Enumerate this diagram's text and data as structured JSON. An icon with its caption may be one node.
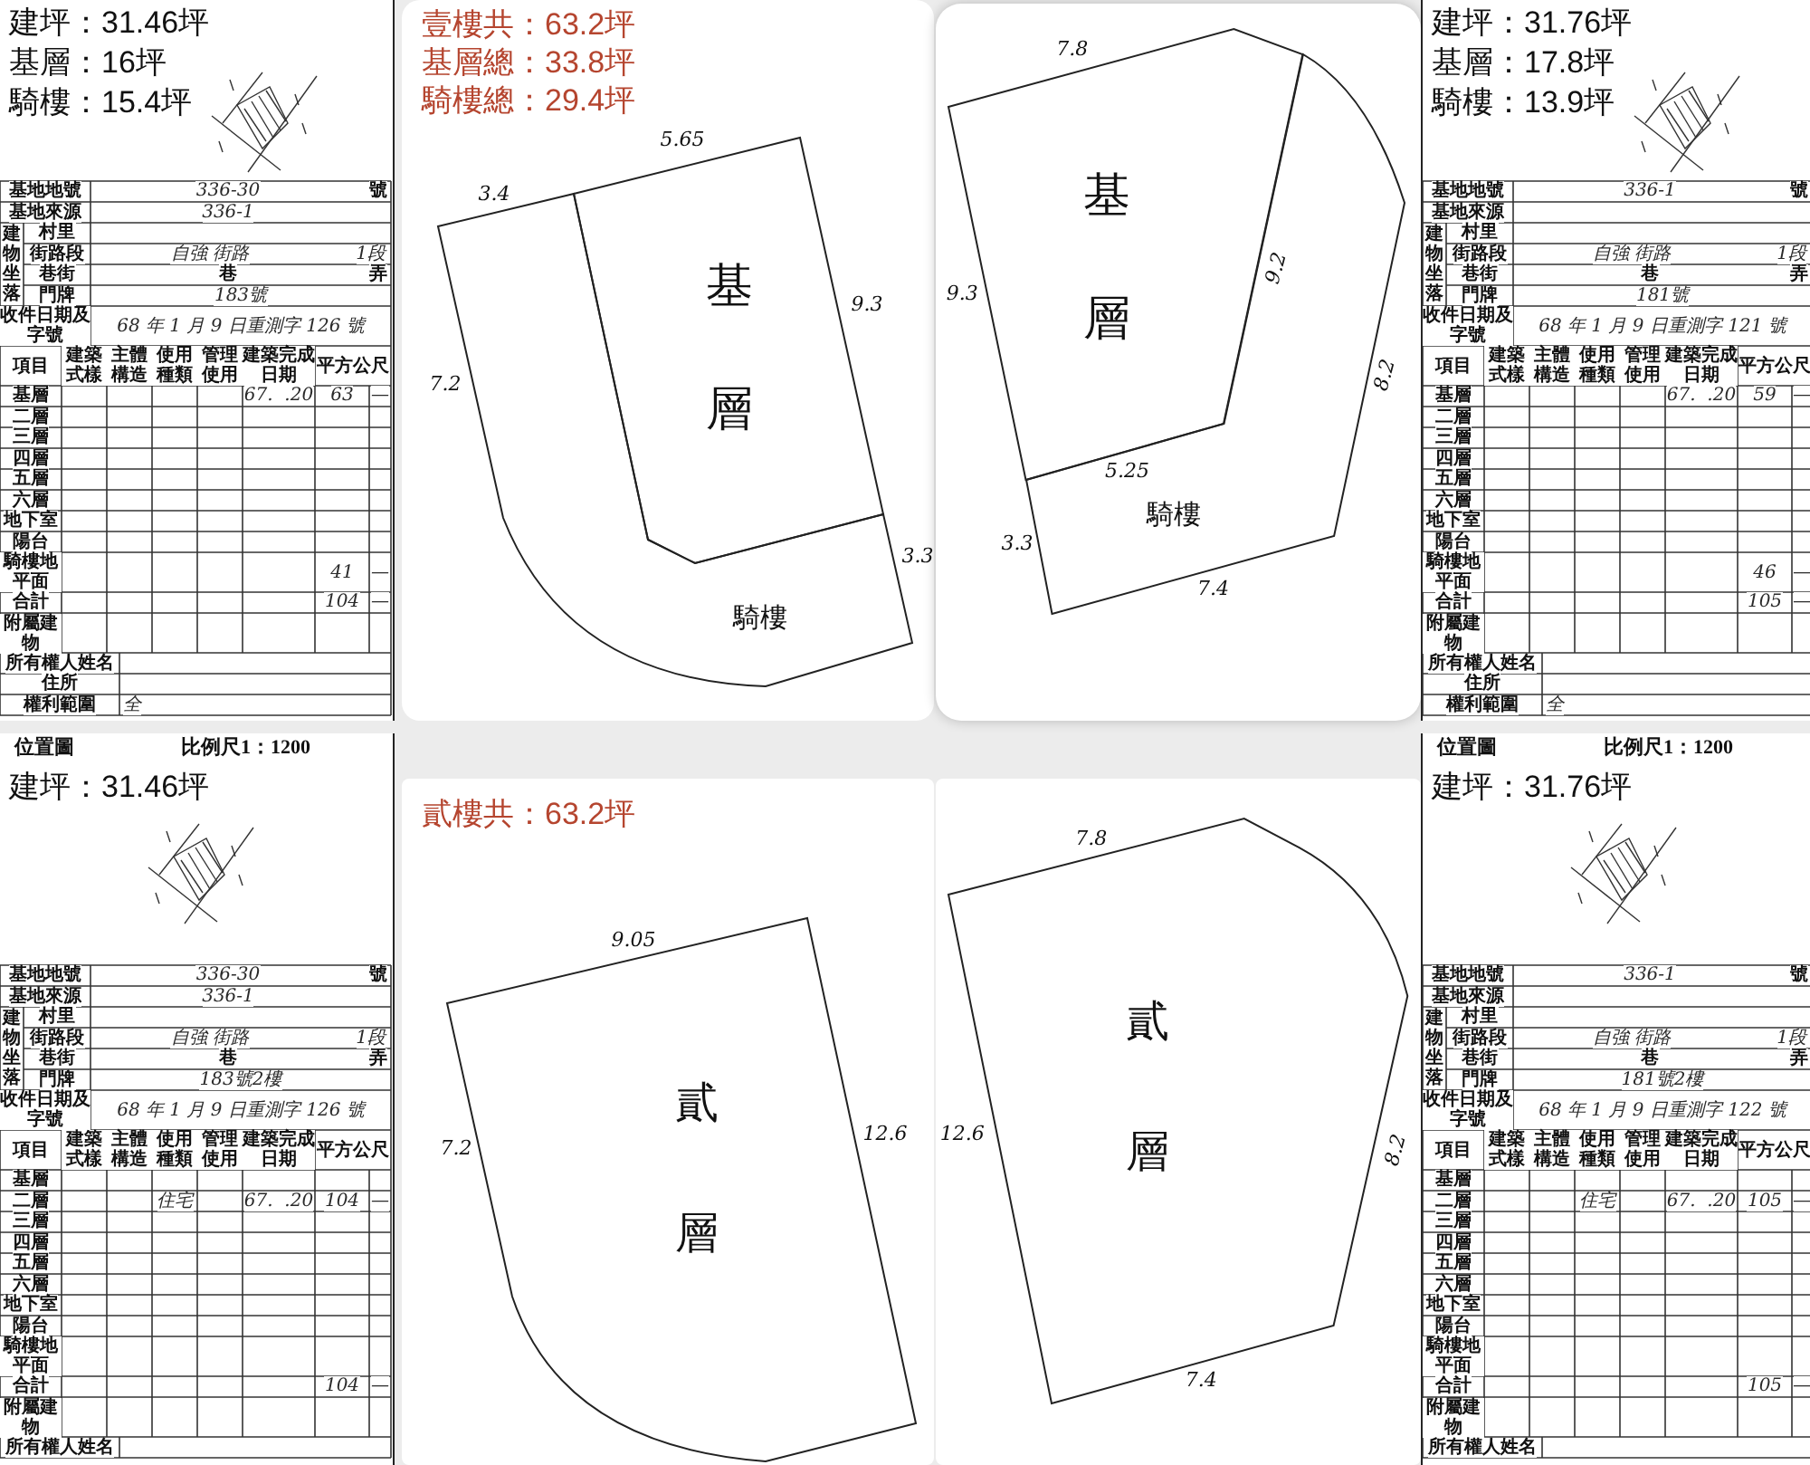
{
  "diagram": {
    "nodes": [
      {
        "text": [
          "基層"
        ]
      },
      {
        "text": [
          "騎樓"
        ]
      },
      {
        "text": [
          "基層"
        ]
      },
      {
        "text": [
          "騎樓"
        ]
      },
      {
        "text": [
          "貳層"
        ]
      },
      {
        "text": [
          "貳層"
        ]
      }
    ],
    "labels": [
      "建坪：31.46坪",
      "基層：16坪",
      "騎樓：15.4坪",
      "基地地號",
      "336-30",
      "號",
      "基地來源",
      "336-1",
      "建物坐落",
      "村里",
      "街路段",
      "自強 街路",
      "1段",
      "巷街",
      "巷",
      "弄",
      "門牌",
      "183號",
      "收件日期及字號",
      "68 年 1 月 9 日重測字 126 號",
      "項目",
      "建築式樣",
      "主體構造",
      "使用種類",
      "管理使用",
      "建築完成日期",
      "平方公尺",
      "基層",
      "67.  .20",
      "63",
      "—",
      "二層",
      "三層",
      "四層",
      "五層",
      "六層",
      "地下室",
      "陽台",
      "騎樓地平面",
      "41",
      "—",
      "合計",
      "104",
      "—",
      "附屬建物",
      "所有權人姓名",
      "住所",
      "權利範圍",
      "全",
      "壹樓共：63.2坪",
      "基層總：33.8坪",
      "騎樓總：29.4坪",
      "3.4",
      "5.65",
      "9.3",
      "7.2",
      "3.3",
      "7.8",
      "9.3",
      "9.2",
      "8.2",
      "5.25",
      "3.3",
      "7.4",
      "建坪：31.76坪",
      "基層：17.8坪",
      "騎樓：13.9坪",
      "基地地號",
      "336-1",
      "號",
      "基地來源",
      "建物坐落",
      "村里",
      "街路段",
      "自強 街路",
      "1段",
      "巷街",
      "巷",
      "弄",
      "門牌",
      "181號",
      "收件日期及字號",
      "68 年 1 月 9 日重測字 121 號",
      "項目",
      "建築式樣",
      "主體構造",
      "使用種類",
      "管理使用",
      "建築完成日期",
      "平方公尺",
      "基層",
      "67.  .20",
      "59",
      "—",
      "二層",
      "三層",
      "四層",
      "五層",
      "六層",
      "地下室",
      "陽台",
      "騎樓地平面",
      "46",
      "—",
      "合計",
      "105",
      "—",
      "附屬建物",
      "所有權人姓名",
      "住所",
      "權利範圍",
      "全",
      "位置圖",
      "比例尺1：1200",
      "建坪：31.46坪",
      "基地地號",
      "336-30",
      "號",
      "基地來源",
      "336-1",
      "建物坐落",
      "村里",
      "街路段",
      "自強 街路",
      "1段",
      "巷街",
      "巷",
      "弄",
      "門牌",
      "183號2樓",
      "收件日期及字號",
      "68 年 1 月 9 日重測字 126 號",
      "項目",
      "建築式樣",
      "主體構造",
      "使用種類",
      "管理使用",
      "建築完成日期",
      "平方公尺",
      "基層",
      "二層",
      "住宅",
      "67.  .20",
      "104",
      "—",
      "三層",
      "四層",
      "五層",
      "六層",
      "地下室",
      "陽台",
      "騎樓地平面",
      "合計",
      "104",
      "—",
      "附屬建物",
      "所有權人姓名",
      "貳樓共：63.2坪",
      "9.05",
      "7.2",
      "12.6",
      "7.8",
      "12.6",
      "8.2",
      "7.4",
      "位置圖",
      "比例尺1：1200",
      "建坪：31.76坪",
      "基地地號",
      "336-1",
      "號",
      "基地來源",
      "建物坐落",
      "村里",
      "街路段",
      "自強 街路",
      "1段",
      "巷街",
      "巷",
      "弄",
      "門牌",
      "181號2樓",
      "收件日期及字號",
      "68 年 1 月 9 日重測字 122 號",
      "項目",
      "建築式樣",
      "主體構造",
      "使用種類",
      "管理使用",
      "建築完成日期",
      "平方公尺",
      "基層",
      "二層",
      "住宅",
      "67.  .20",
      "105",
      "—",
      "三層",
      "四層",
      "五層",
      "六層",
      "地下室",
      "陽台",
      "騎樓地平面",
      "合計",
      "105",
      "—",
      "附屬建物",
      "所有權人姓名"
    ]
  }
}
